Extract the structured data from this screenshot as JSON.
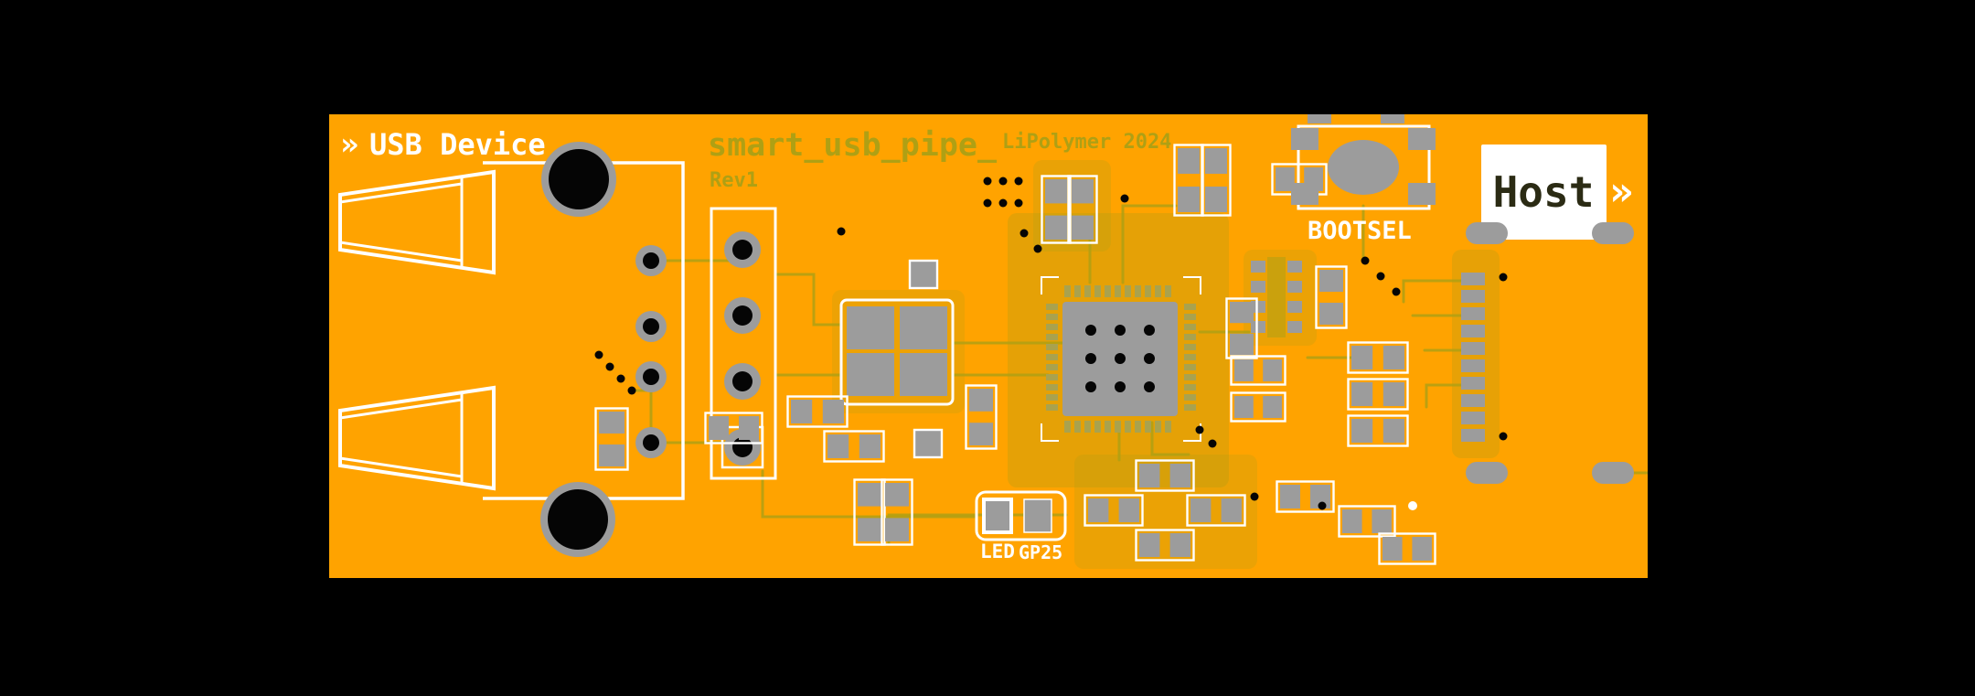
{
  "board": {
    "silkscreen": {
      "usb_device_chevron": "»",
      "usb_device": "USB Device",
      "bootsel": "BOOTSEL",
      "host": "Host",
      "host_chevron": "»",
      "led": "LED",
      "gp25": "GP25"
    },
    "copper_text": {
      "title": "smart_usb_pipe_",
      "brand_year": "LiPolymer 2024",
      "revision": "Rev1"
    },
    "colors": {
      "background": "#000000",
      "soldermask": "#FFA300",
      "silkscreen": "#FFFFFF",
      "copper": "#AFA014",
      "pad": "#9C9C9C",
      "hole": "#050505",
      "host_text": "#2B2B14",
      "qfn_pin": "#A9A24E"
    }
  }
}
